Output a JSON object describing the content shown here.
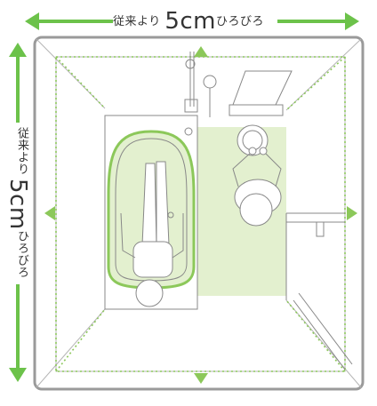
{
  "labels": {
    "top_prefix": "従来より",
    "top_big": "5cm",
    "top_suffix": "ひろびろ",
    "side_prefix": "従来より",
    "side_big": "5cm",
    "side_suffix": "ひろびろ"
  },
  "colors": {
    "arrow_green": "#6cc24a",
    "floor_green": "#e3f0cf",
    "dotted_green": "#8cc85a",
    "frame_gray": "#9a9a9a",
    "line_gray": "#888888",
    "fixture_gray": "#b5b5b5"
  }
}
